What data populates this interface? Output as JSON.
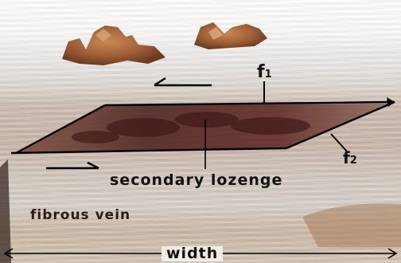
{
  "labels": {
    "f1_letter": "f",
    "f1_index": "1",
    "f2_letter": "f",
    "f2_index": "2",
    "secondary_lozenge": "secondary lozenge",
    "fibrous_vein": "fibrous vein",
    "width": "width"
  }
}
